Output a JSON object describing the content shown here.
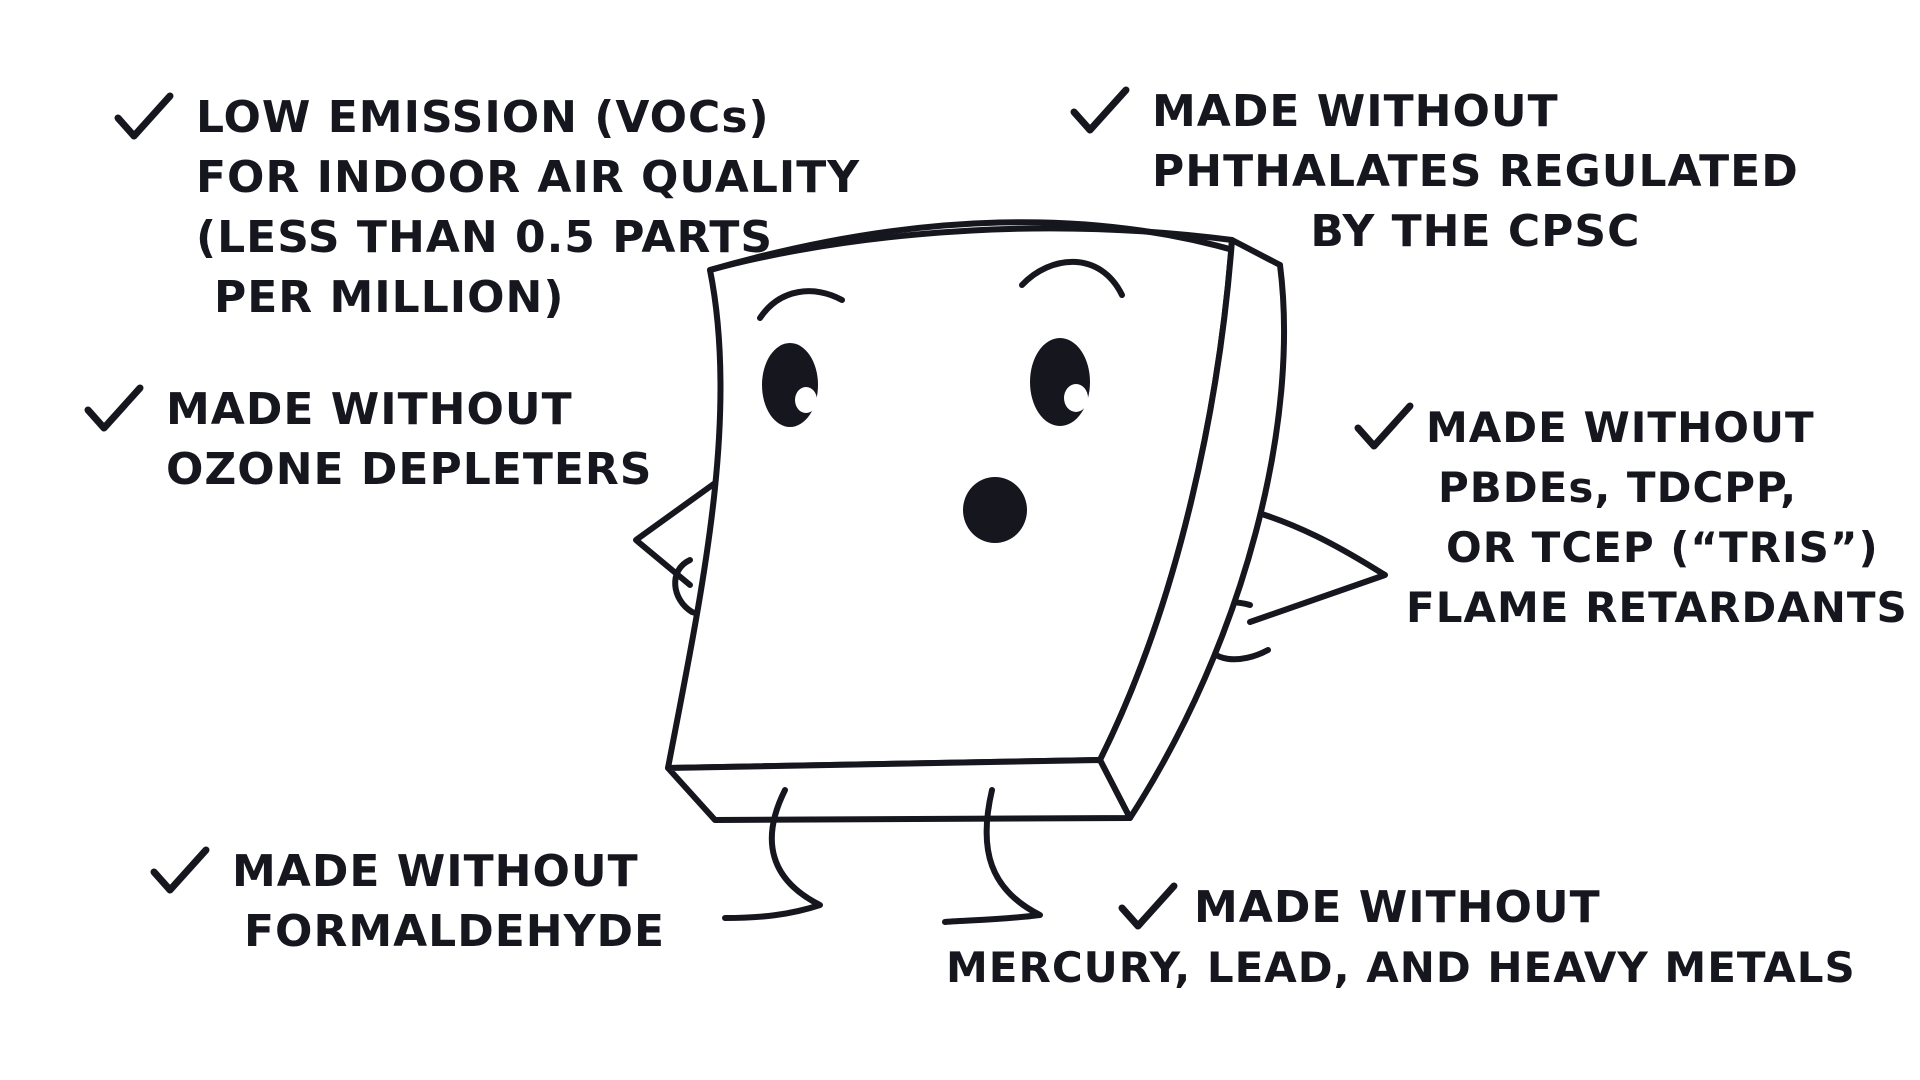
{
  "claims": {
    "voc": {
      "lines": [
        "LOW EMISSION (VOCs)",
        "FOR INDOOR AIR QUALITY",
        "(LESS THAN 0.5 PARTS",
        "PER MILLION)"
      ],
      "icon": "checkmark-icon"
    },
    "ozone": {
      "lines": [
        "MADE WITHOUT",
        "OZONE DEPLETERS"
      ],
      "icon": "checkmark-icon"
    },
    "formaldehyde": {
      "lines": [
        "MADE WITHOUT",
        "FORMALDEHYDE"
      ],
      "icon": "checkmark-icon"
    },
    "phthalates": {
      "lines": [
        "MADE WITHOUT",
        "PHTHALATES REGULATED",
        "BY THE CPSC"
      ],
      "icon": "checkmark-icon"
    },
    "flame": {
      "lines": [
        "MADE WITHOUT",
        "PBDEs, TDCPP,",
        "OR TCEP (“TRIS”)",
        "FLAME RETARDANTS"
      ],
      "icon": "checkmark-icon"
    },
    "metals": {
      "lines": [
        "MADE WITHOUT",
        "MERCURY, LEAD, AND HEAVY METALS"
      ],
      "icon": "checkmark-icon"
    }
  },
  "colors": {
    "ink": "#16161e",
    "background": "#ffffff"
  }
}
